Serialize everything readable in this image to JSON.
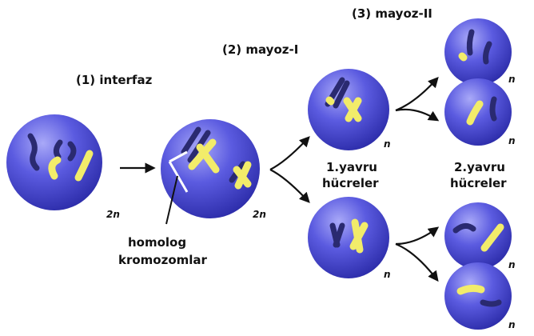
{
  "title_labels": {
    "stage1": "(1) interfaz",
    "stage2": "(2) mayoz-I",
    "stage3": "(3) mayoz-II"
  },
  "ploidy": {
    "diploid": "2n",
    "haploid": "n"
  },
  "daughter1": {
    "line1": "1.yavru",
    "line2": "hücreler"
  },
  "daughter2": {
    "line1": "2.yavru",
    "line2": "hücreler"
  },
  "homolog": {
    "line1": "homolog",
    "line2": "kromozomlar"
  },
  "colors": {
    "cell": "#4a4ad0",
    "cell_light": "#8f8ff2",
    "chromosome_yellow": "#f2ec6a",
    "chromosome_dark": "#2a2a70"
  }
}
